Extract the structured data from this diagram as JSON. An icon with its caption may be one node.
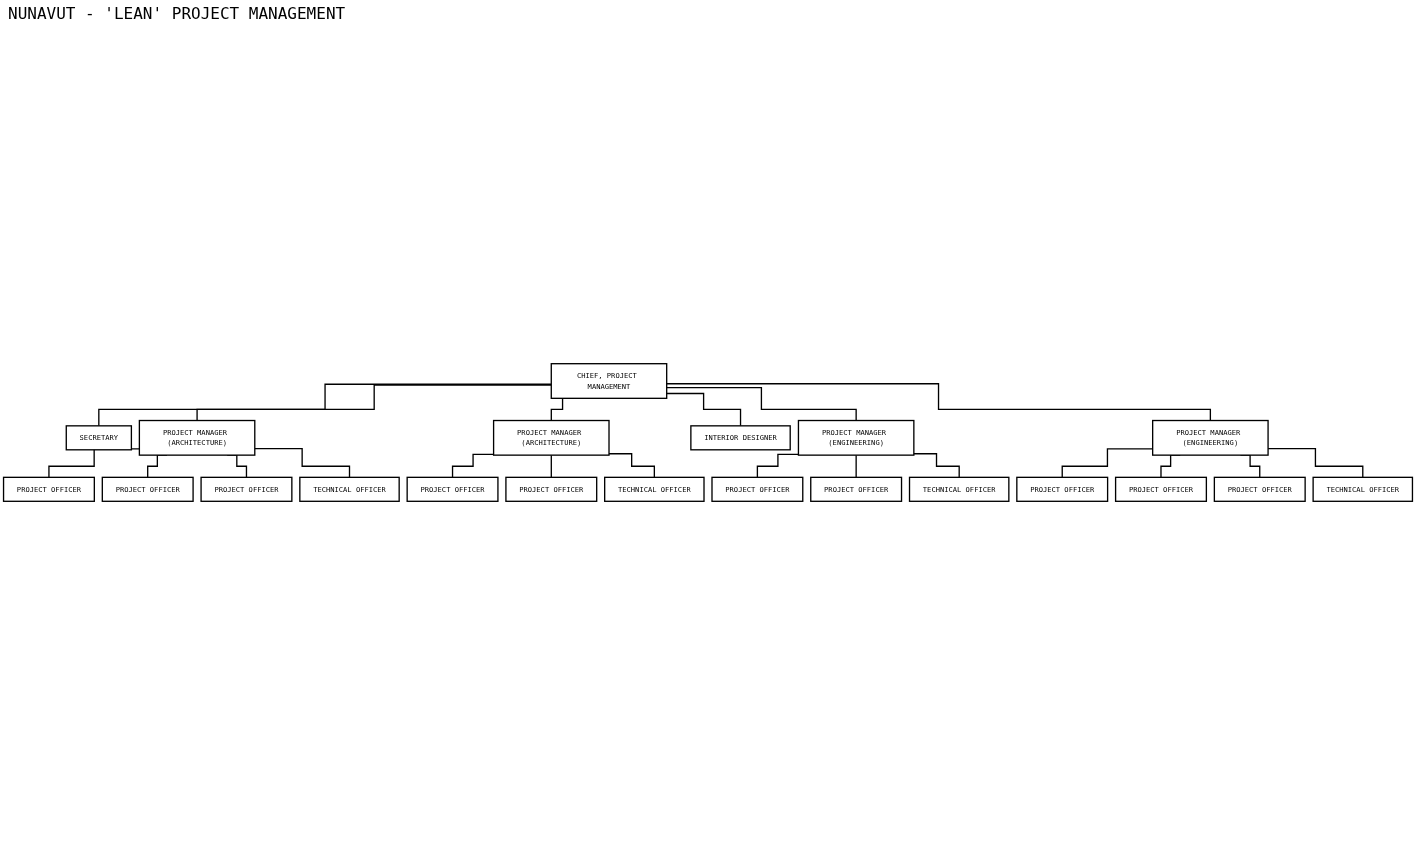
{
  "diagram": {
    "title": "NUNAVUT - 'LEAN' PROJECT MANAGEMENT",
    "nodes": [
      {
        "text": [
          "CHIEF, PROJECT MANAGEMENT"
        ]
      },
      {
        "text": [
          "SECRETARY"
        ]
      },
      {
        "text": [
          "PROJECT MANAGER (ARCHITECTURE)"
        ]
      },
      {
        "text": [
          "PROJECT MANAGER (ARCHITECTURE)"
        ]
      },
      {
        "text": [
          "INTERIOR DESIGNER"
        ]
      },
      {
        "text": [
          "PROJECT MANAGER (ENGINEERING)"
        ]
      },
      {
        "text": [
          "PROJECT MANAGER (ENGINEERING)"
        ]
      },
      {
        "text": [
          "PROJECT OFFICER"
        ]
      },
      {
        "text": [
          "PROJECT OFFICER"
        ]
      },
      {
        "text": [
          "PROJECT OFFICER"
        ]
      },
      {
        "text": [
          "TECHNICAL OFFICER"
        ]
      },
      {
        "text": [
          "PROJECT OFFICER"
        ]
      },
      {
        "text": [
          "PROJECT OFFICER"
        ]
      },
      {
        "text": [
          "TECHNICAL OFFICER"
        ]
      },
      {
        "text": [
          "PROJECT OFFICER"
        ]
      },
      {
        "text": [
          "PROJECT OFFICER"
        ]
      },
      {
        "text": [
          "TECHNICAL OFFICER"
        ]
      },
      {
        "text": [
          "PROJECT OFFICER"
        ]
      },
      {
        "text": [
          "PROJECT OFFICER"
        ]
      },
      {
        "text": [
          "PROJECT OFFICER"
        ]
      },
      {
        "text": [
          "TECHNICAL OFFICER"
        ]
      }
    ],
    "edges": [
      {
        "from": 0,
        "to": 1,
        "arrow": "none"
      },
      {
        "from": 0,
        "to": 2,
        "arrow": "none"
      },
      {
        "from": 0,
        "to": 3,
        "arrow": "none"
      },
      {
        "from": 0,
        "to": 4,
        "arrow": "none"
      },
      {
        "from": 0,
        "to": 5,
        "arrow": "none"
      },
      {
        "from": 0,
        "to": 6,
        "arrow": "none"
      },
      {
        "from": 2,
        "to": 7,
        "arrow": "none"
      },
      {
        "from": 2,
        "to": 8,
        "arrow": "none"
      },
      {
        "from": 2,
        "to": 9,
        "arrow": "none"
      },
      {
        "from": 2,
        "to": 10,
        "arrow": "none"
      },
      {
        "from": 3,
        "to": 11,
        "arrow": "none"
      },
      {
        "from": 3,
        "to": 12,
        "arrow": "none"
      },
      {
        "from": 3,
        "to": 13,
        "arrow": "none"
      },
      {
        "from": 5,
        "to": 14,
        "arrow": "none"
      },
      {
        "from": 5,
        "to": 15,
        "arrow": "none"
      },
      {
        "from": 5,
        "to": 16,
        "arrow": "none"
      },
      {
        "from": 6,
        "to": 17,
        "arrow": "none"
      },
      {
        "from": 6,
        "to": 18,
        "arrow": "none"
      },
      {
        "from": 6,
        "to": 19,
        "arrow": "none"
      },
      {
        "from": 6,
        "to": 20,
        "arrow": "none"
      }
    ]
  }
}
